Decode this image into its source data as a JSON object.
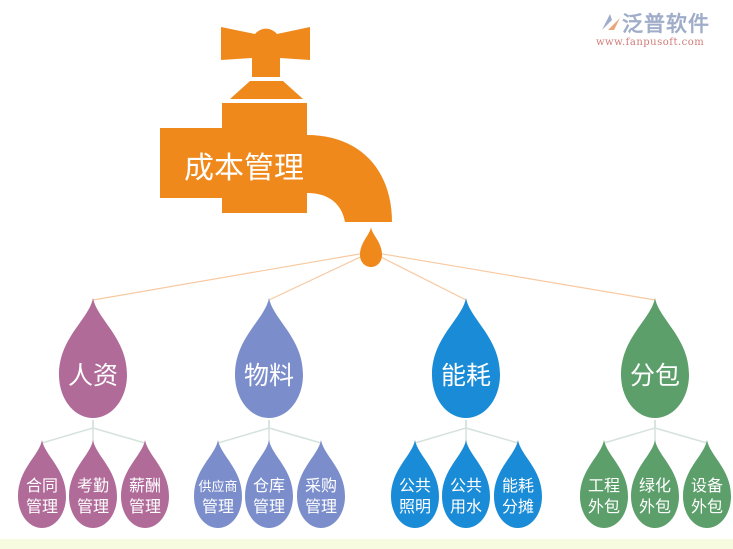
{
  "root": {
    "label": "成本管理",
    "color": "#f0891c"
  },
  "categories": [
    {
      "label": "人资",
      "color": "#b06b99",
      "children": [
        [
          "合同",
          "管理"
        ],
        [
          "考勤",
          "管理"
        ],
        [
          "薪酬",
          "管理"
        ]
      ]
    },
    {
      "label": "物料",
      "color": "#7b8ecb",
      "children": [
        [
          "供应商",
          "管理"
        ],
        [
          "仓库",
          "管理"
        ],
        [
          "采购",
          "管理"
        ]
      ]
    },
    {
      "label": "能耗",
      "color": "#1a8bd6",
      "children": [
        [
          "公共",
          "照明"
        ],
        [
          "公共",
          "用水"
        ],
        [
          "能耗",
          "分摊"
        ]
      ]
    },
    {
      "label": "分包",
      "color": "#5c9f6b",
      "children": [
        [
          "工程",
          "外包"
        ],
        [
          "绿化",
          "外包"
        ],
        [
          "设备",
          "外包"
        ]
      ]
    }
  ],
  "connector_colors": {
    "root": "#f8c9a0",
    "child": "#d6e2dc"
  },
  "watermark": {
    "name": "泛普软件",
    "url": "www.fanpusoft.com"
  }
}
